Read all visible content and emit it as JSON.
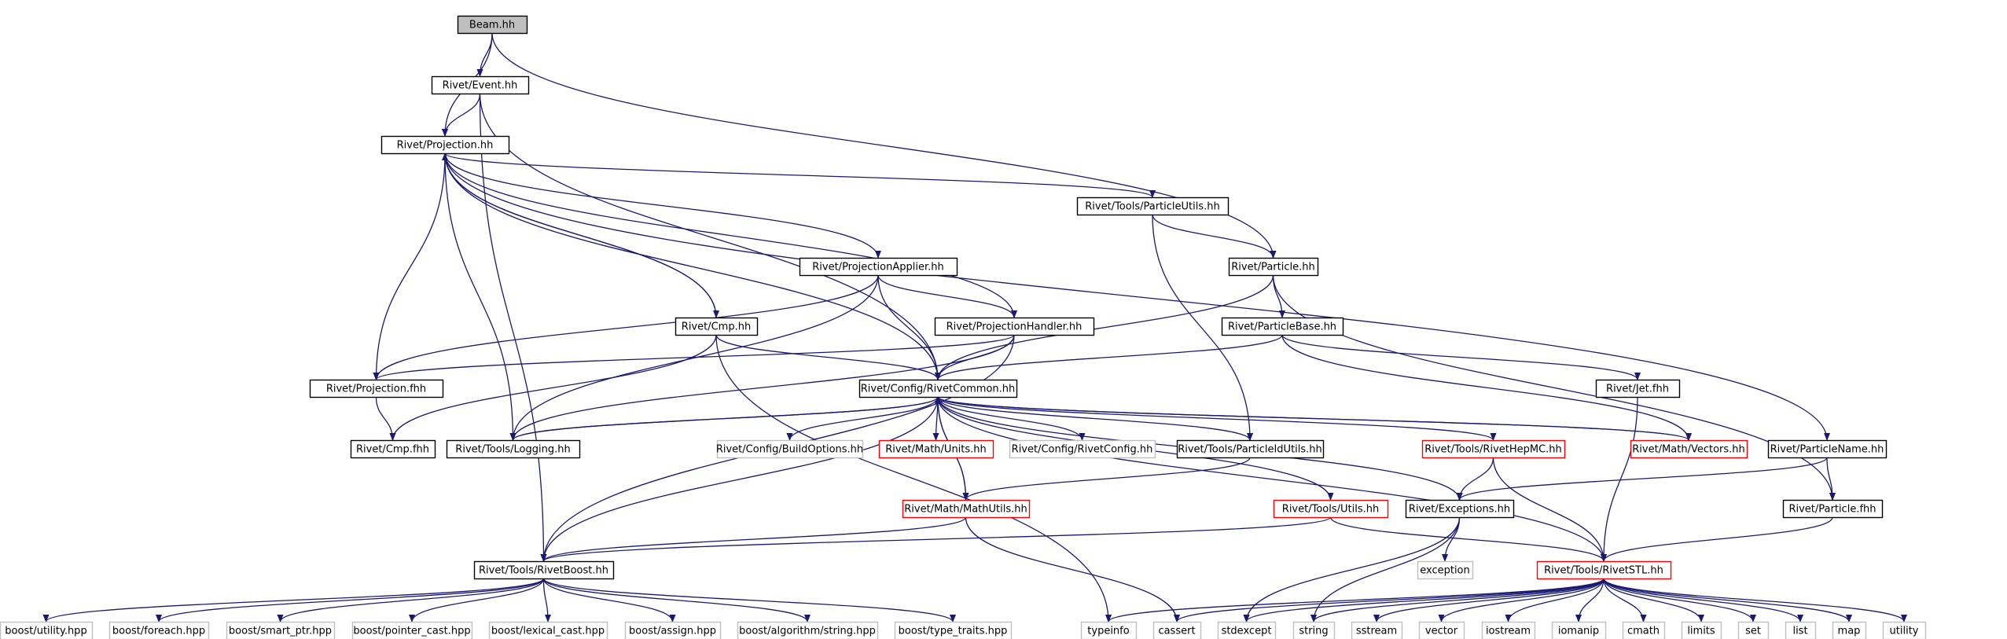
{
  "colors": {
    "edge": "#191970",
    "box_normal": "#000000",
    "box_truncated": "#ff0000",
    "box_external": "#bfbfbf",
    "box_root_fill": "#bfbfbf",
    "box_fill": "#ffffff"
  },
  "nodes": {
    "beam": {
      "label": "Beam.hh",
      "kind": "root"
    },
    "event": {
      "label": "Rivet/Event.hh",
      "kind": "normal"
    },
    "projection": {
      "label": "Rivet/Projection.hh",
      "kind": "normal"
    },
    "particleutils": {
      "label": "Rivet/Tools/ParticleUtils.hh",
      "kind": "normal"
    },
    "projapplier": {
      "label": "Rivet/ProjectionApplier.hh",
      "kind": "normal"
    },
    "particle": {
      "label": "Rivet/Particle.hh",
      "kind": "normal"
    },
    "projhandler": {
      "label": "Rivet/ProjectionHandler.hh",
      "kind": "normal"
    },
    "cmp": {
      "label": "Rivet/Cmp.hh",
      "kind": "normal"
    },
    "particlebase": {
      "label": "Rivet/ParticleBase.hh",
      "kind": "normal"
    },
    "projfhh": {
      "label": "Rivet/Projection.fhh",
      "kind": "normal"
    },
    "rivetcommon": {
      "label": "Rivet/Config/RivetCommon.hh",
      "kind": "normal"
    },
    "jetfhh": {
      "label": "Rivet/Jet.fhh",
      "kind": "normal"
    },
    "cmpfhh": {
      "label": "Rivet/Cmp.fhh",
      "kind": "normal"
    },
    "logging": {
      "label": "Rivet/Tools/Logging.hh",
      "kind": "normal"
    },
    "buildoptions": {
      "label": "Rivet/Config/BuildOptions.hh",
      "kind": "external"
    },
    "units": {
      "label": "Rivet/Math/Units.hh",
      "kind": "truncated"
    },
    "rivetconfig": {
      "label": "Rivet/Config/RivetConfig.hh",
      "kind": "external"
    },
    "particleidutils": {
      "label": "Rivet/Tools/ParticleIdUtils.hh",
      "kind": "normal"
    },
    "rivethepmc": {
      "label": "Rivet/Tools/RivetHepMC.hh",
      "kind": "truncated"
    },
    "vectors": {
      "label": "Rivet/Math/Vectors.hh",
      "kind": "truncated"
    },
    "particlename": {
      "label": "Rivet/ParticleName.hh",
      "kind": "normal"
    },
    "mathutils": {
      "label": "Rivet/Math/MathUtils.hh",
      "kind": "truncated"
    },
    "utils": {
      "label": "Rivet/Tools/Utils.hh",
      "kind": "truncated"
    },
    "exceptions": {
      "label": "Rivet/Exceptions.hh",
      "kind": "normal"
    },
    "particlefhh": {
      "label": "Rivet/Particle.fhh",
      "kind": "normal"
    },
    "exception": {
      "label": "exception",
      "kind": "external"
    },
    "rivetboost": {
      "label": "Rivet/Tools/RivetBoost.hh",
      "kind": "normal"
    },
    "rivetstl": {
      "label": "Rivet/Tools/RivetSTL.hh",
      "kind": "truncated"
    },
    "b_utility": {
      "label": "boost/utility.hpp",
      "kind": "external"
    },
    "b_foreach": {
      "label": "boost/foreach.hpp",
      "kind": "external"
    },
    "b_smartptr": {
      "label": "boost/smart_ptr.hpp",
      "kind": "external"
    },
    "b_pointercast": {
      "label": "boost/pointer_cast.hpp",
      "kind": "external"
    },
    "b_lexicalcast": {
      "label": "boost/lexical_cast.hpp",
      "kind": "external"
    },
    "b_assign": {
      "label": "boost/assign.hpp",
      "kind": "external"
    },
    "b_algostring": {
      "label": "boost/algorithm/string.hpp",
      "kind": "external"
    },
    "b_typetraits": {
      "label": "boost/type_traits.hpp",
      "kind": "external"
    },
    "typeinfo": {
      "label": "typeinfo",
      "kind": "external"
    },
    "cassert": {
      "label": "cassert",
      "kind": "external"
    },
    "stdexcept": {
      "label": "stdexcept",
      "kind": "external"
    },
    "string": {
      "label": "string",
      "kind": "external"
    },
    "sstream": {
      "label": "sstream",
      "kind": "external"
    },
    "vector": {
      "label": "vector",
      "kind": "external"
    },
    "iostream": {
      "label": "iostream",
      "kind": "external"
    },
    "iomanip": {
      "label": "iomanip",
      "kind": "external"
    },
    "cmath": {
      "label": "cmath",
      "kind": "external"
    },
    "limits": {
      "label": "limits",
      "kind": "external"
    },
    "set": {
      "label": "set",
      "kind": "external"
    },
    "list": {
      "label": "list",
      "kind": "external"
    },
    "map": {
      "label": "map",
      "kind": "external"
    },
    "utility": {
      "label": "utility",
      "kind": "external"
    }
  },
  "edges": [
    [
      "beam",
      "event"
    ],
    [
      "beam",
      "projection"
    ],
    [
      "beam",
      "particle"
    ],
    [
      "event",
      "projection"
    ],
    [
      "event",
      "rivetcommon"
    ],
    [
      "event",
      "rivetboost"
    ],
    [
      "projection",
      "particleutils"
    ],
    [
      "projection",
      "projapplier"
    ],
    [
      "projection",
      "projhandler"
    ],
    [
      "projection",
      "cmp"
    ],
    [
      "projection",
      "projfhh"
    ],
    [
      "projection",
      "rivetcommon"
    ],
    [
      "projection",
      "logging"
    ],
    [
      "projection",
      "particlename"
    ],
    [
      "particleutils",
      "particle"
    ],
    [
      "particleutils",
      "particleidutils"
    ],
    [
      "projapplier",
      "projhandler"
    ],
    [
      "projapplier",
      "projfhh"
    ],
    [
      "projapplier",
      "rivetcommon"
    ],
    [
      "projapplier",
      "logging"
    ],
    [
      "particle",
      "particlebase"
    ],
    [
      "particle",
      "rivetcommon"
    ],
    [
      "particle",
      "particlefhh"
    ],
    [
      "projhandler",
      "projfhh"
    ],
    [
      "projhandler",
      "rivetcommon"
    ],
    [
      "projhandler",
      "logging"
    ],
    [
      "projhandler",
      "rivetboost"
    ],
    [
      "cmp",
      "projection"
    ],
    [
      "cmp",
      "rivetcommon"
    ],
    [
      "cmp",
      "cmpfhh"
    ],
    [
      "cmp",
      "typeinfo"
    ],
    [
      "particlebase",
      "rivetcommon"
    ],
    [
      "particlebase",
      "jetfhh"
    ],
    [
      "particlebase",
      "vectors"
    ],
    [
      "projfhh",
      "cmpfhh"
    ],
    [
      "jetfhh",
      "rivetstl"
    ],
    [
      "rivetcommon",
      "logging"
    ],
    [
      "rivetcommon",
      "buildoptions"
    ],
    [
      "rivetcommon",
      "units"
    ],
    [
      "rivetcommon",
      "rivetconfig"
    ],
    [
      "rivetcommon",
      "particleidutils"
    ],
    [
      "rivetcommon",
      "rivethepmc"
    ],
    [
      "rivetcommon",
      "vectors"
    ],
    [
      "rivetcommon",
      "mathutils"
    ],
    [
      "rivetcommon",
      "utils"
    ],
    [
      "rivetcommon",
      "exceptions"
    ],
    [
      "rivetcommon",
      "rivetstl"
    ],
    [
      "rivetcommon",
      "rivetboost"
    ],
    [
      "logging",
      "rivetcommon"
    ],
    [
      "particleidutils",
      "mathutils"
    ],
    [
      "rivethepmc",
      "exceptions"
    ],
    [
      "rivethepmc",
      "rivetstl"
    ],
    [
      "vectors",
      "rivetcommon"
    ],
    [
      "particlename",
      "exceptions"
    ],
    [
      "particlename",
      "particlefhh"
    ],
    [
      "mathutils",
      "rivetboost"
    ],
    [
      "mathutils",
      "rivetcommon"
    ],
    [
      "mathutils",
      "cassert"
    ],
    [
      "utils",
      "rivetboost"
    ],
    [
      "utils",
      "rivetstl"
    ],
    [
      "exceptions",
      "exception"
    ],
    [
      "exceptions",
      "stdexcept"
    ],
    [
      "exceptions",
      "string"
    ],
    [
      "particlefhh",
      "rivetstl"
    ],
    [
      "rivetboost",
      "b_utility"
    ],
    [
      "rivetboost",
      "b_foreach"
    ],
    [
      "rivetboost",
      "b_smartptr"
    ],
    [
      "rivetboost",
      "b_pointercast"
    ],
    [
      "rivetboost",
      "b_lexicalcast"
    ],
    [
      "rivetboost",
      "b_assign"
    ],
    [
      "rivetboost",
      "b_algostring"
    ],
    [
      "rivetboost",
      "b_typetraits"
    ],
    [
      "rivetstl",
      "typeinfo"
    ],
    [
      "rivetstl",
      "cassert"
    ],
    [
      "rivetstl",
      "stdexcept"
    ],
    [
      "rivetstl",
      "string"
    ],
    [
      "rivetstl",
      "sstream"
    ],
    [
      "rivetstl",
      "vector"
    ],
    [
      "rivetstl",
      "iostream"
    ],
    [
      "rivetstl",
      "iomanip"
    ],
    [
      "rivetstl",
      "cmath"
    ],
    [
      "rivetstl",
      "limits"
    ],
    [
      "rivetstl",
      "set"
    ],
    [
      "rivetstl",
      "list"
    ],
    [
      "rivetstl",
      "map"
    ],
    [
      "rivetstl",
      "utility"
    ]
  ]
}
